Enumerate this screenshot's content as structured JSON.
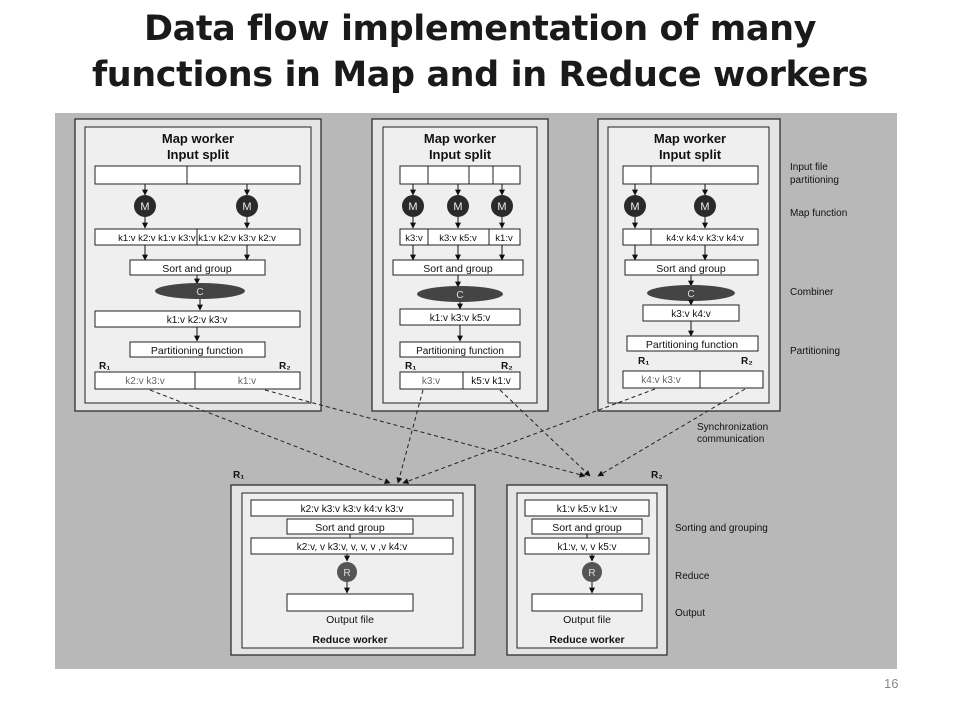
{
  "title": {
    "line1": "Data flow implementation of many",
    "line2": "functions in Map and in Reduce workers"
  },
  "slide_number": "16",
  "map_workers": [
    {
      "title": "Map worker",
      "subtitle": "Input split",
      "mapper_label": "M",
      "map_output": "k1:v k2:v k1:v k3:v k1:v k2:v k3:v k2:v",
      "sort_label": "Sort and group",
      "combiner_label": "C",
      "combined": "k1:v k2:v k3:v",
      "partition_label": "Partitioning function",
      "r1_label": "R₁",
      "r2_label": "R₂",
      "part_r1": "k2:v k3:v",
      "part_r2": "k1:v"
    },
    {
      "title": "Map worker",
      "subtitle": "Input split",
      "mapper_label": "M",
      "map_output": [
        "k3:v",
        "k3:v k5:v",
        "k1:v"
      ],
      "sort_label": "Sort and group",
      "combiner_label": "C",
      "combined": "k1:v k3:v k5:v",
      "partition_label": "Partitioning function",
      "r1_label": "R₁",
      "r2_label": "R₂",
      "part_r1": "k3:v",
      "part_r2": "k5:v k1:v"
    },
    {
      "title": "Map worker",
      "subtitle": "Input split",
      "mapper_label": "M",
      "map_output": "k4:v k4:v k3:v k4:v",
      "sort_label": "Sort and group",
      "combiner_label": "C",
      "combined": "k3:v k4:v",
      "partition_label": "Partitioning function",
      "r1_label": "R₁",
      "r2_label": "R₂",
      "part_r1": "k4:v k3:v",
      "part_r2": ""
    }
  ],
  "reduce_workers": [
    {
      "label": "R₁",
      "input": "k2:v k3:v k3:v k4:v k3:v",
      "sort_label": "Sort and group",
      "grouped": "k2:v, v  k3:v, v, v, v ,v  k4:v",
      "reducer_label": "R",
      "output": "Output file",
      "title": "Reduce worker"
    },
    {
      "label": "R₂",
      "input": "k1:v k5:v k1:v",
      "sort_label": "Sort and group",
      "grouped": "k1:v, v, v k5:v",
      "reducer_label": "R",
      "output": "Output file",
      "title": "Reduce worker"
    }
  ],
  "stage_labels": {
    "input_partitioning_1": "Input file",
    "input_partitioning_2": "partitioning",
    "map_function": "Map function",
    "combiner": "Combiner",
    "partitioning": "Partitioning",
    "sync_1": "Synchronization",
    "sync_2": "communication",
    "sorting_grouping": "Sorting and grouping",
    "reduce": "Reduce",
    "output": "Output"
  }
}
